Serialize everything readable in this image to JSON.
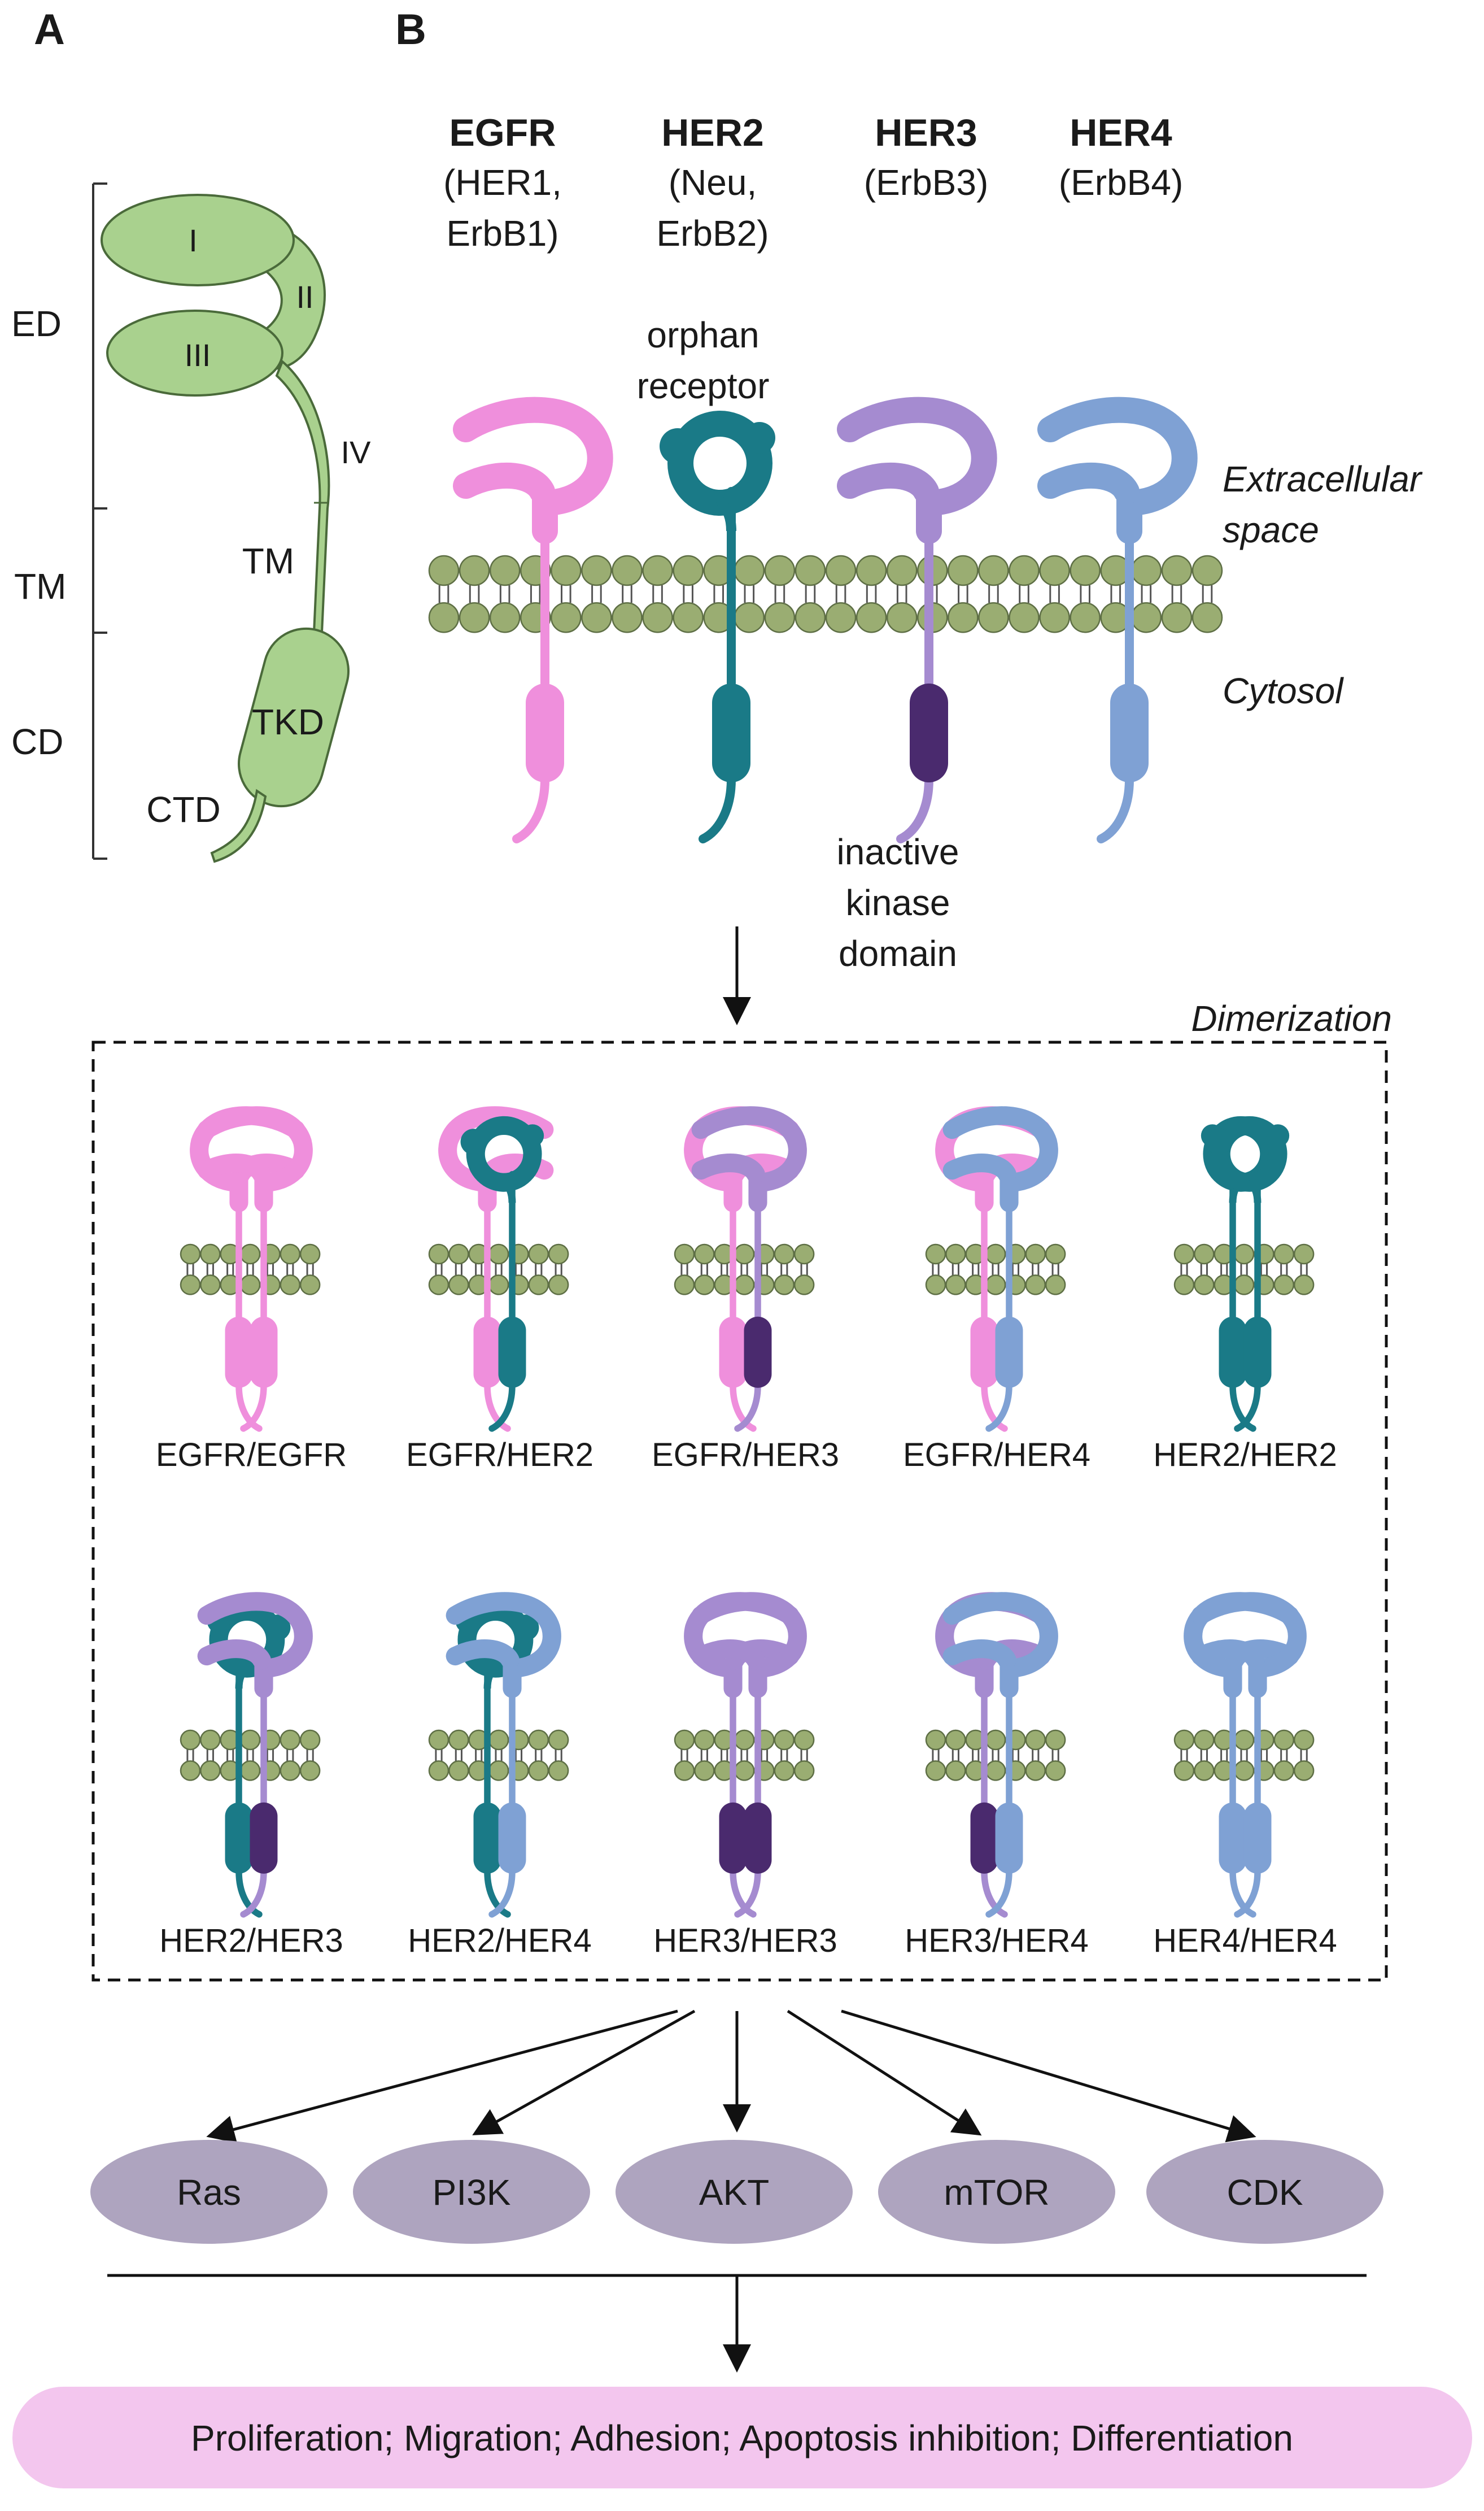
{
  "panels": {
    "a": "A",
    "b": "B"
  },
  "structure": {
    "regions": [
      "ED",
      "TM",
      "CD"
    ],
    "domains": {
      "d1": "I",
      "d2": "II",
      "d3": "III",
      "d4": "IV",
      "tm": "TM",
      "tkd": "TKD",
      "ctd": "CTD"
    }
  },
  "receptors": [
    {
      "name": "EGFR",
      "alias1": "(HER1,",
      "alias2": "ErbB1)"
    },
    {
      "name": "HER2",
      "alias1": "(Neu,",
      "alias2": "ErbB2)"
    },
    {
      "name": "HER3",
      "alias1": "(ErbB3)",
      "alias2": ""
    },
    {
      "name": "HER4",
      "alias1": "(ErbB4)",
      "alias2": ""
    }
  ],
  "annotations": {
    "orphan_1": "orphan",
    "orphan_2": "receptor",
    "inactive_1": "inactive",
    "inactive_2": "kinase",
    "inactive_3": "domain",
    "extracellular_1": "Extracellular",
    "extracellular_2": "space",
    "cytosol": "Cytosol",
    "dimerization": "Dimerization"
  },
  "dimers": [
    {
      "label": "EGFR/EGFR",
      "left": "egfr",
      "right": "egfr"
    },
    {
      "label": "EGFR/HER2",
      "left": "egfr",
      "right": "her2"
    },
    {
      "label": "EGFR/HER3",
      "left": "egfr",
      "right": "her3"
    },
    {
      "label": "EGFR/HER4",
      "left": "egfr",
      "right": "her4"
    },
    {
      "label": "HER2/HER2",
      "left": "her2",
      "right": "her2"
    },
    {
      "label": "HER2/HER3",
      "left": "her2",
      "right": "her3"
    },
    {
      "label": "HER2/HER4",
      "left": "her2",
      "right": "her4"
    },
    {
      "label": "HER3/HER3",
      "left": "her3",
      "right": "her3"
    },
    {
      "label": "HER3/HER4",
      "left": "her3",
      "right": "her4"
    },
    {
      "label": "HER4/HER4",
      "left": "her4",
      "right": "her4"
    }
  ],
  "pathways": [
    "Ras",
    "PI3K",
    "AKT",
    "mTOR",
    "CDK"
  ],
  "outcome": "Proliferation; Migration; Adhesion; Apoptosis inhibition; Differentiation",
  "colors": {
    "egfr": "#ef8fdc",
    "her2": "#1a7a87",
    "her3": "#a58bd0",
    "her3_kinase": "#4a2a6e",
    "her4": "#7fa1d4",
    "domain_green": "#a9d18e",
    "domain_outline": "#4a6a3a",
    "membrane": "#9aad72",
    "pathway_node": "#aea4bf",
    "outcome_box": "#f3c6ee"
  }
}
